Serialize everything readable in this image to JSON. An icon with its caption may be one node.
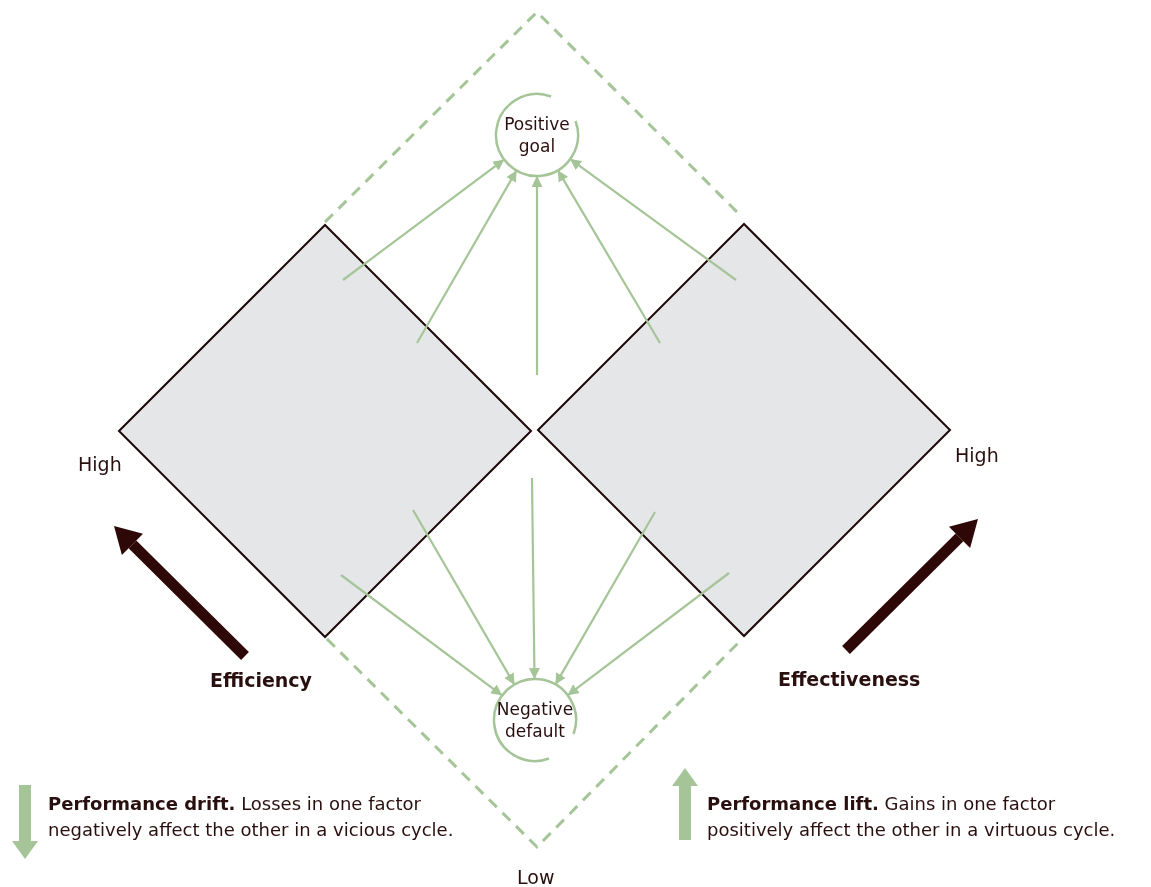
{
  "diagram": {
    "nodes": [
      {
        "text": [
          "Positive goal"
        ]
      },
      {
        "text": [
          "Negative default"
        ]
      },
      {
        "text": [],
        "shape": "diamond"
      },
      {
        "text": [],
        "shape": "diamond"
      }
    ],
    "edges": [
      {
        "from": 2,
        "to": 0,
        "arrow": "to"
      },
      {
        "from": 2,
        "to": 0,
        "arrow": "to"
      },
      {
        "from": null,
        "to": 0,
        "arrow": "to"
      },
      {
        "from": 3,
        "to": 0,
        "arrow": "to"
      },
      {
        "from": 3,
        "to": 0,
        "arrow": "to"
      },
      {
        "from": 2,
        "to": 1,
        "arrow": "to"
      },
      {
        "from": 2,
        "to": 1,
        "arrow": "to"
      },
      {
        "from": null,
        "to": 1,
        "arrow": "to"
      },
      {
        "from": 3,
        "to": 1,
        "arrow": "to"
      },
      {
        "from": 3,
        "to": 1,
        "arrow": "to"
      }
    ],
    "labels": [
      "High",
      "High",
      "Efficiency",
      "Effectiveness",
      "**Performance drift.** Losses in one factor negatively affect the other in a vicious cycle.",
      "**Performance lift.** Gains in one factor positively affect the other in a virtuous cycle.",
      "Low"
    ]
  }
}
